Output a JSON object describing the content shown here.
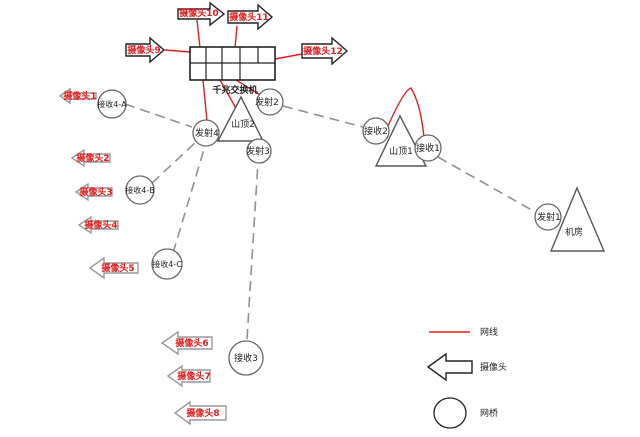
{
  "switch": {
    "label": "千兆交换机"
  },
  "cameras": [
    "摄像头1",
    "摄像头2",
    "摄像头3",
    "摄像头4",
    "摄像头5",
    "摄像头6",
    "摄像头7",
    "摄像头8",
    "摄像头9",
    "摄像头10",
    "摄像头11",
    "摄像头12"
  ],
  "bridges": {
    "tx4": "发射4",
    "tx2": "发射2",
    "tx3": "发射3",
    "rx2": "接收2",
    "rx1": "接收1",
    "tx1": "发射1",
    "rx4a": "接收4-A",
    "rx4b": "接收4-B",
    "rx4c": "接收4-C",
    "rx3": "接收3"
  },
  "sites": {
    "mountain2": "山顶2",
    "mountain1": "山顶1",
    "machine_room": "机房"
  },
  "legend": {
    "network_cable": "网线",
    "camera": "摄像头",
    "bridge": "网桥"
  },
  "colors": {
    "cable": "#e02020",
    "wireless": "#909090",
    "outline": "#222222"
  }
}
